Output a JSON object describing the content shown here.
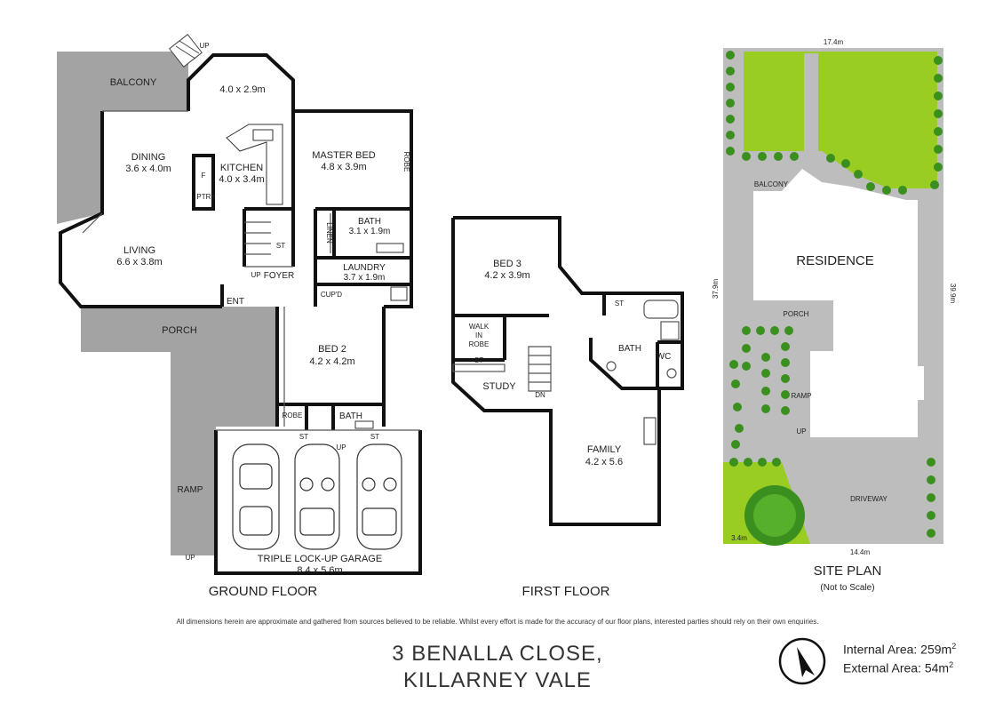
{
  "ground_floor": {
    "title": "GROUND FLOOR",
    "rooms": {
      "balcony": "BALCONY",
      "room_top": "4.0 x 2.9m",
      "dining": "DINING",
      "dining_dim": "3.6 x 4.0m",
      "kitchen": "KITCHEN",
      "kitchen_dim": "4.0 x 3.4m",
      "fridge": "F",
      "pantry": "PTRY",
      "master_bed": "MASTER BED",
      "master_bed_dim": "4.8 x 3.9m",
      "robe_master": "ROBE",
      "bath": "BATH",
      "bath_dim": "3.1 x 1.9m",
      "linen": "LINEN",
      "laundry": "LAUNDRY",
      "laundry_dim": "3.7 x 1.9m",
      "cupboard": "CUP'D",
      "living": "LIVING",
      "living_dim": "6.6 x 3.8m",
      "store": "ST",
      "up": "UP",
      "foyer": "FOYER",
      "entry": "ENT",
      "porch": "PORCH",
      "bed2": "BED 2",
      "bed2_dim": "4.2 x 4.2m",
      "robe2": "ROBE",
      "bath2": "BATH",
      "st_a": "ST",
      "st_b": "ST",
      "up_garage": "UP",
      "ramp": "RAMP",
      "up_ramp": "UP",
      "up_balcony": "UP",
      "garage": "TRIPLE LOCK-UP GARAGE",
      "garage_dim": "8.4 x 5.6m"
    }
  },
  "first_floor": {
    "title": "FIRST FLOOR",
    "rooms": {
      "bed3": "BED 3",
      "bed3_dim": "4.2 x 3.9m",
      "walk_in": "WALK",
      "walk_in2": "IN",
      "walk_in3": "ROBE",
      "st": "ST",
      "st2": "ST",
      "study": "STUDY",
      "dn": "DN",
      "bath": "BATH",
      "wc": "WC",
      "family": "FAMILY",
      "family_dim": "4.2 x 5.6"
    }
  },
  "site_plan": {
    "title": "SITE PLAN",
    "subtitle": "(Not to Scale)",
    "labels": {
      "top_dim": "17.4m",
      "left_dim": "37.9m",
      "right_dim": "39.9m",
      "bottom_dim": "14.4m",
      "corner_dim": "3.4m",
      "balcony": "BALCONY",
      "residence": "RESIDENCE",
      "porch": "PORCH",
      "ramp": "RAMP",
      "up": "UP",
      "driveway": "DRIVEWAY"
    }
  },
  "disclaimer": "All dimensions herein are approximate and gathered from sources believed to be reliable. Whilst every effort is made for the accuracy of our floor plans, interested parties should rely on their own enquiries.",
  "address": {
    "line1": "3 BENALLA CLOSE,",
    "line2": "KILLARNEY VALE"
  },
  "areas": {
    "internal_label": "Internal Area: 259m",
    "internal_sup": "2",
    "external_label": "External Area: 54m",
    "external_sup": "2"
  },
  "colors": {
    "wall": "#111111",
    "outdoor": "#a3a3a3",
    "lawn": "#9acd22",
    "tree": "#3a8f1e",
    "site_paving": "#bdbdbd"
  },
  "icons": {
    "north": "north-arrow-icon"
  }
}
